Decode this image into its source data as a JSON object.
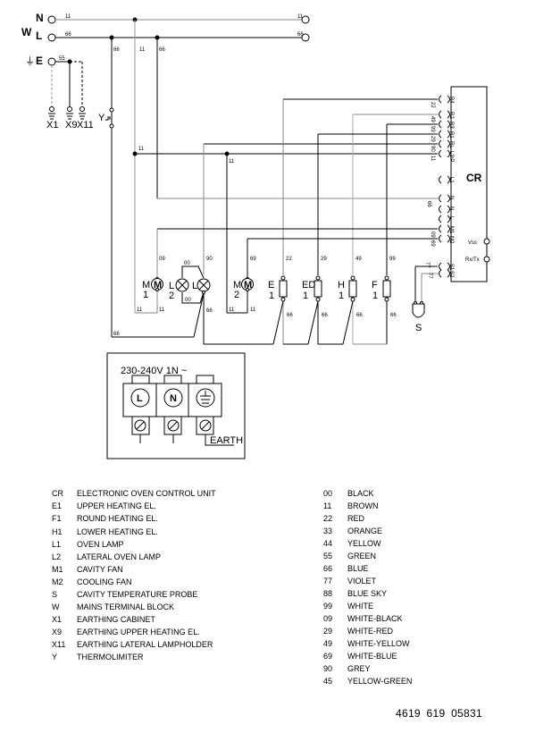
{
  "terminals": {
    "block_label": "W",
    "n": "N",
    "l": "L",
    "e": "E",
    "earth_symbol": "⏚"
  },
  "earth_points": [
    "X1",
    "X9",
    "X11"
  ],
  "thermolimiter_label": "Y",
  "control_unit": {
    "label": "CR",
    "pins_upper": [
      "R4",
      "R2",
      "R3",
      "R1",
      "RL",
      "L3/P"
    ],
    "pin_l1": "L1",
    "pins_lower": [
      "N",
      "N",
      "L",
      "M1",
      "M2"
    ],
    "sensor_pins": [
      "S1",
      "S2"
    ],
    "vss": "Vss",
    "rxtx": "Rx/Tx"
  },
  "wire_numbers": {
    "n_bus": "11",
    "l_bus": "66",
    "n_right": "11",
    "l_right": "66",
    "earth": "55",
    "drop_66a": "66",
    "drop_11": "11",
    "drop_66b": "66",
    "r4": "22",
    "r2": "49",
    "r3": "99",
    "r1": "29",
    "rl": "90",
    "l3p": "11",
    "n_cr": "66",
    "m1_cr": "09",
    "m2_cr": "69",
    "s1": "77",
    "s2": "77",
    "mid_11": "11",
    "mid_11b": "11",
    "m1_top": "09",
    "lamp_top": "00",
    "lamp_bot": "00",
    "lamp_v": "90",
    "lamp_66": "66",
    "m1_11a": "11",
    "m1_11b": "11",
    "m2_top": "69",
    "m2_11a": "11",
    "m2_11b": "11",
    "e1_top": "22",
    "ed1_top": "29",
    "h1_top": "49",
    "f1_top": "99",
    "e1_bot": "66",
    "ed1_bot": "66",
    "h1_bot": "66",
    "f1_bot": "66",
    "bottom_66": "66"
  },
  "components": {
    "m1": {
      "letter": "M",
      "num": "1",
      "glyph": "M"
    },
    "l2": {
      "letter": "L",
      "num": "2"
    },
    "l1": {
      "letter": "L"
    },
    "m2": {
      "letter": "M",
      "num": "2",
      "glyph": "M"
    },
    "e1": {
      "letter": "E",
      "num": "1"
    },
    "ed1": {
      "letter": "ED",
      "num": "1"
    },
    "h1": {
      "letter": "H",
      "num": "1"
    },
    "f1": {
      "letter": "F",
      "num": "1"
    },
    "s": {
      "letter": "S"
    }
  },
  "supply_box": {
    "voltage": "230-240V 1N ~",
    "terminal_l": "L",
    "terminal_n": "N",
    "earth_label": "EARTH"
  },
  "legend_components": [
    {
      "code": "CR",
      "desc": "ELECTRONIC OVEN CONTROL UNIT"
    },
    {
      "code": "E1",
      "desc": "UPPER HEATING EL."
    },
    {
      "code": "F1",
      "desc": "ROUND HEATING EL."
    },
    {
      "code": "H1",
      "desc": "LOWER HEATING EL."
    },
    {
      "code": "L1",
      "desc": "OVEN LAMP"
    },
    {
      "code": "L2",
      "desc": "LATERAL OVEN LAMP"
    },
    {
      "code": "M1",
      "desc": "CAVITY FAN"
    },
    {
      "code": "M2",
      "desc": "COOLING FAN"
    },
    {
      "code": "S",
      "desc": "CAVITY TEMPERATURE PROBE"
    },
    {
      "code": "W",
      "desc": "MAINS TERMINAL BLOCK"
    },
    {
      "code": "X1",
      "desc": "EARTHING CABINET"
    },
    {
      "code": "X9",
      "desc": "EARTHING UPPER HEATING EL."
    },
    {
      "code": "X11",
      "desc": "EARTHING LATERAL LAMPHOLDER"
    },
    {
      "code": "Y",
      "desc": "THERMOLIMITER"
    }
  ],
  "legend_colors": [
    {
      "code": "00",
      "name": "BLACK"
    },
    {
      "code": "11",
      "name": "BROWN"
    },
    {
      "code": "22",
      "name": "RED"
    },
    {
      "code": "33",
      "name": "ORANGE"
    },
    {
      "code": "44",
      "name": "YELLOW"
    },
    {
      "code": "55",
      "name": "GREEN"
    },
    {
      "code": "66",
      "name": "BLUE"
    },
    {
      "code": "77",
      "name": "VIOLET"
    },
    {
      "code": "88",
      "name": "BLUE SKY"
    },
    {
      "code": "99",
      "name": "WHITE"
    },
    {
      "code": "09",
      "name": "WHITE-BLACK"
    },
    {
      "code": "29",
      "name": "WHITE-RED"
    },
    {
      "code": "49",
      "name": "WHITE-YELLOW"
    },
    {
      "code": "69",
      "name": "WHITE-BLUE"
    },
    {
      "code": "90",
      "name": "GREY"
    },
    {
      "code": "45",
      "name": "YELLOW-GREEN"
    }
  ],
  "document_number": "4619 619 05831"
}
